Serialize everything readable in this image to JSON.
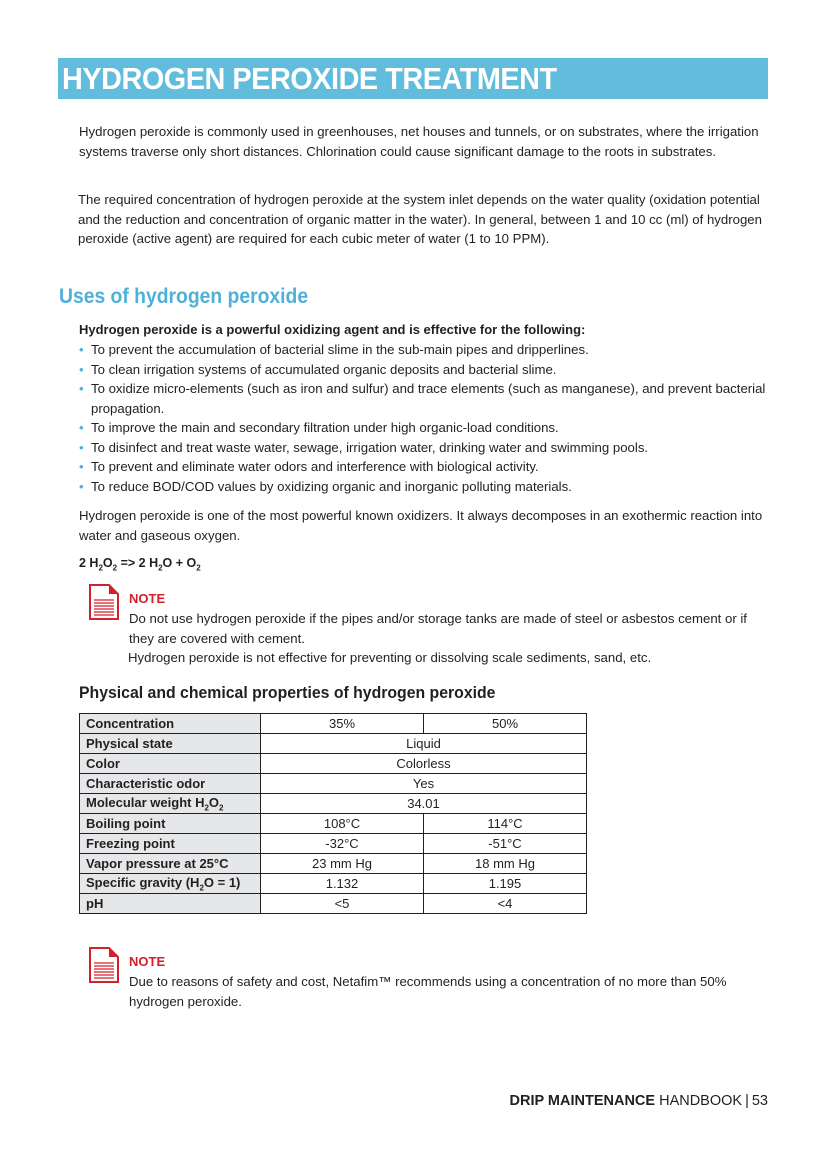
{
  "title": "HYDROGEN PEROXIDE TREATMENT",
  "intro": [
    "Hydrogen peroxide is commonly used in greenhouses, net houses and tunnels, or on substrates, where the irrigation systems traverse only short distances. Chlorination could cause significant damage to the roots in substrates.",
    "The required concentration of hydrogen peroxide at the system inlet depends on the water quality (oxidation potential and the reduction and concentration of organic matter in the water). In general, between 1 and 10 cc (ml) of hydrogen peroxide (active agent) are required for each cubic meter of water (1 to 10 PPM)."
  ],
  "uses": {
    "heading": "Uses of hydrogen peroxide",
    "lead": "Hydrogen peroxide is a powerful oxidizing agent and is effective for the following:",
    "items": [
      "To prevent the accumulation of bacterial slime in the sub-main pipes and dripperlines.",
      "To clean irrigation systems of accumulated organic deposits and bacterial slime.",
      "To oxidize micro-elements (such as iron and sulfur) and trace elements (such as manganese), and prevent bacterial propagation.",
      "To improve the main and secondary filtration under high organic-load conditions.",
      "To disinfect and treat waste water, sewage, irrigation water, drinking water and swimming pools.",
      "To prevent and eliminate water odors and interference with biological activity.",
      "To reduce BOD/COD values by oxidizing organic and inorganic polluting materials."
    ],
    "after": "Hydrogen peroxide is one of the most powerful known oxidizers. It always decomposes in an exothermic reaction into water and gaseous oxygen."
  },
  "formula": {
    "a": "2 H",
    "s1": "2",
    "b": "O",
    "s2": "2",
    "c": " => 2 H",
    "s3": "2",
    "d": "O + O",
    "s4": "2"
  },
  "note1": {
    "title": "NOTE",
    "line1": "Do not use hydrogen peroxide if the pipes and/or storage tanks are made of steel or asbestos cement or if they are covered with cement.",
    "line2": "Hydrogen peroxide is not effective for preventing or dissolving scale sediments, sand, etc."
  },
  "table": {
    "heading": "Physical and chemical properties of hydrogen peroxide",
    "rows": {
      "concentration": {
        "label": "Concentration",
        "a": "35%",
        "b": "50%"
      },
      "state": {
        "label": "Physical state",
        "v": "Liquid"
      },
      "color": {
        "label": "Color",
        "v": "Colorless"
      },
      "odor": {
        "label": "Characteristic odor",
        "v": "Yes"
      },
      "mw": {
        "label": "Molecular weight H",
        "s1": "2",
        "label2": "O",
        "s2": "2",
        "v": "34.01"
      },
      "boiling": {
        "label": "Boiling point",
        "a": "108°C",
        "b": "114°C"
      },
      "freezing": {
        "label": "Freezing point",
        "a": "-32°C",
        "b": "-51°C"
      },
      "vapor": {
        "label": "Vapor pressure at 25°C",
        "a": "23 mm Hg",
        "b": "18 mm Hg"
      },
      "gravity": {
        "label": "Specific gravity (H",
        "s1": "2",
        "label2": "O = 1)",
        "a": "1.132",
        "b": "1.195"
      },
      "ph": {
        "label": "pH",
        "a": "<5",
        "b": "<4"
      }
    }
  },
  "note2": {
    "title": "NOTE",
    "text": "Due to reasons of safety and cost, Netafim™ recommends using a concentration of no more than 50% hydrogen peroxide."
  },
  "footer": {
    "bold": "DRIP MAINTENANCE",
    "normal": " HANDBOOK",
    "sep": "|",
    "page": "53"
  },
  "colors": {
    "banner": "#62bcdc",
    "heading": "#4fb0d8",
    "note": "#d4202a"
  }
}
